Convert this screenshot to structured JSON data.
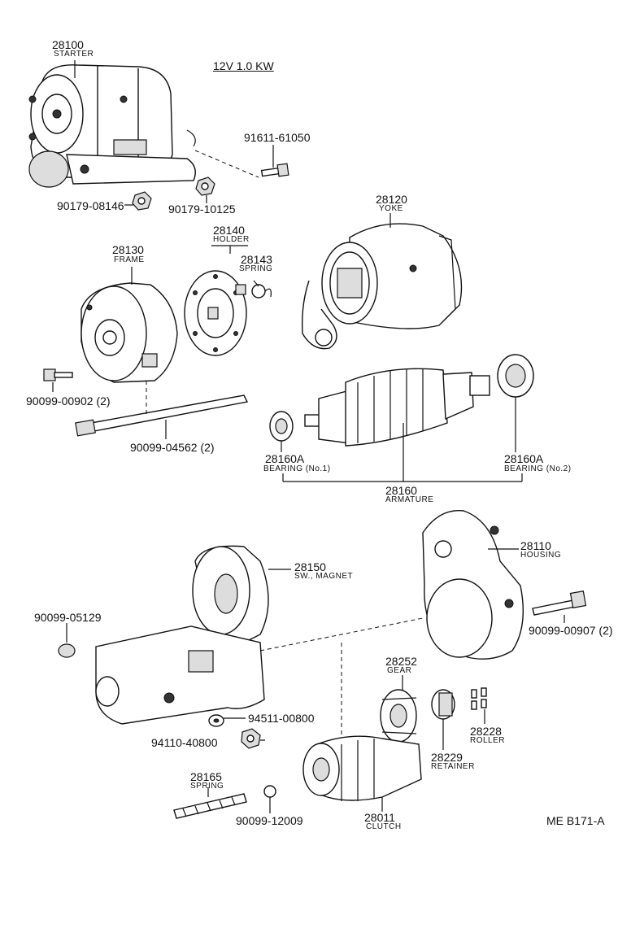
{
  "title": "12V 1.0 KW",
  "code": "ME  B171-A",
  "parts": {
    "starter": {
      "num": "28100",
      "name": "STARTER"
    },
    "bolt_91611": {
      "num": "91611-61050"
    },
    "nut_90179_08146": {
      "num": "90179-08146"
    },
    "nut_90179_10125": {
      "num": "90179-10125"
    },
    "yoke": {
      "num": "28120",
      "name": "YOKE"
    },
    "holder": {
      "num": "28140",
      "name": "HOLDER"
    },
    "spring_28143": {
      "num": "28143",
      "name": "SPRING"
    },
    "frame": {
      "num": "28130",
      "name": "FRAME"
    },
    "screw_90099_00902": {
      "num": "90099-00902 (2)"
    },
    "bolt_90099_04562": {
      "num": "90099-04562 (2)"
    },
    "bearing_no1": {
      "num": "28160A",
      "name": "BEARING (No.1)"
    },
    "bearing_no2": {
      "num": "28160A",
      "name": "BEARING (No.2)"
    },
    "armature": {
      "num": "28160",
      "name": "ARMATURE"
    },
    "housing": {
      "num": "28110",
      "name": "HOUSING"
    },
    "switch": {
      "num": "28150",
      "name": "SW., MAGNET"
    },
    "bolt_90099_00907": {
      "num": "90099-00907 (2)"
    },
    "cap_90099_05129": {
      "num": "90099-05129"
    },
    "washer_94511": {
      "num": "94511-00800"
    },
    "nut_94110": {
      "num": "94110-40800"
    },
    "gear": {
      "num": "28252",
      "name": "GEAR"
    },
    "roller": {
      "num": "28228",
      "name": "ROLLER"
    },
    "retainer": {
      "num": "28229",
      "name": "RETAINER"
    },
    "spring_28165": {
      "num": "28165",
      "name": "SPRING"
    },
    "ball_90099_12009": {
      "num": "90099-12009"
    },
    "clutch": {
      "num": "28011",
      "name": "CLUTCH"
    }
  }
}
